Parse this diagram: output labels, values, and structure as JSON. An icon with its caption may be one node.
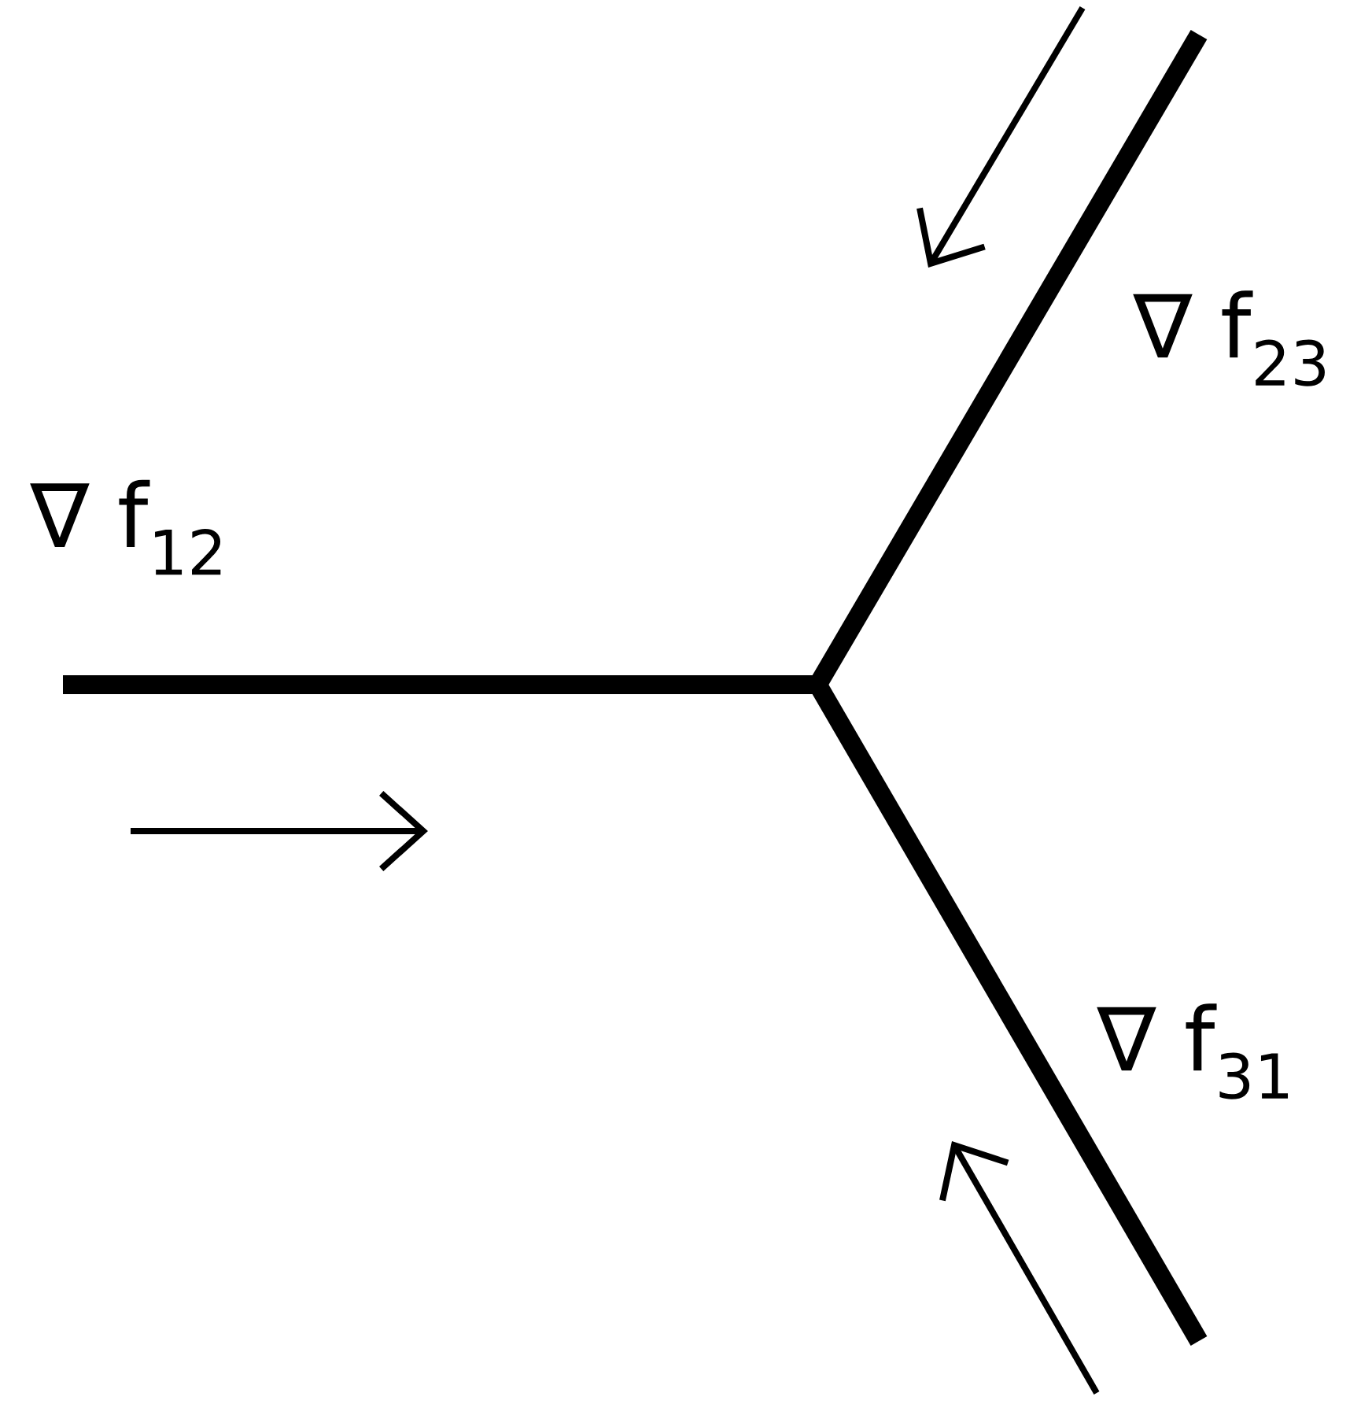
{
  "diagram": {
    "labels": [
      "∇ f$_{12}$",
      "∇ f$_{23}$",
      "∇ f$_{31}$"
    ]
  }
}
